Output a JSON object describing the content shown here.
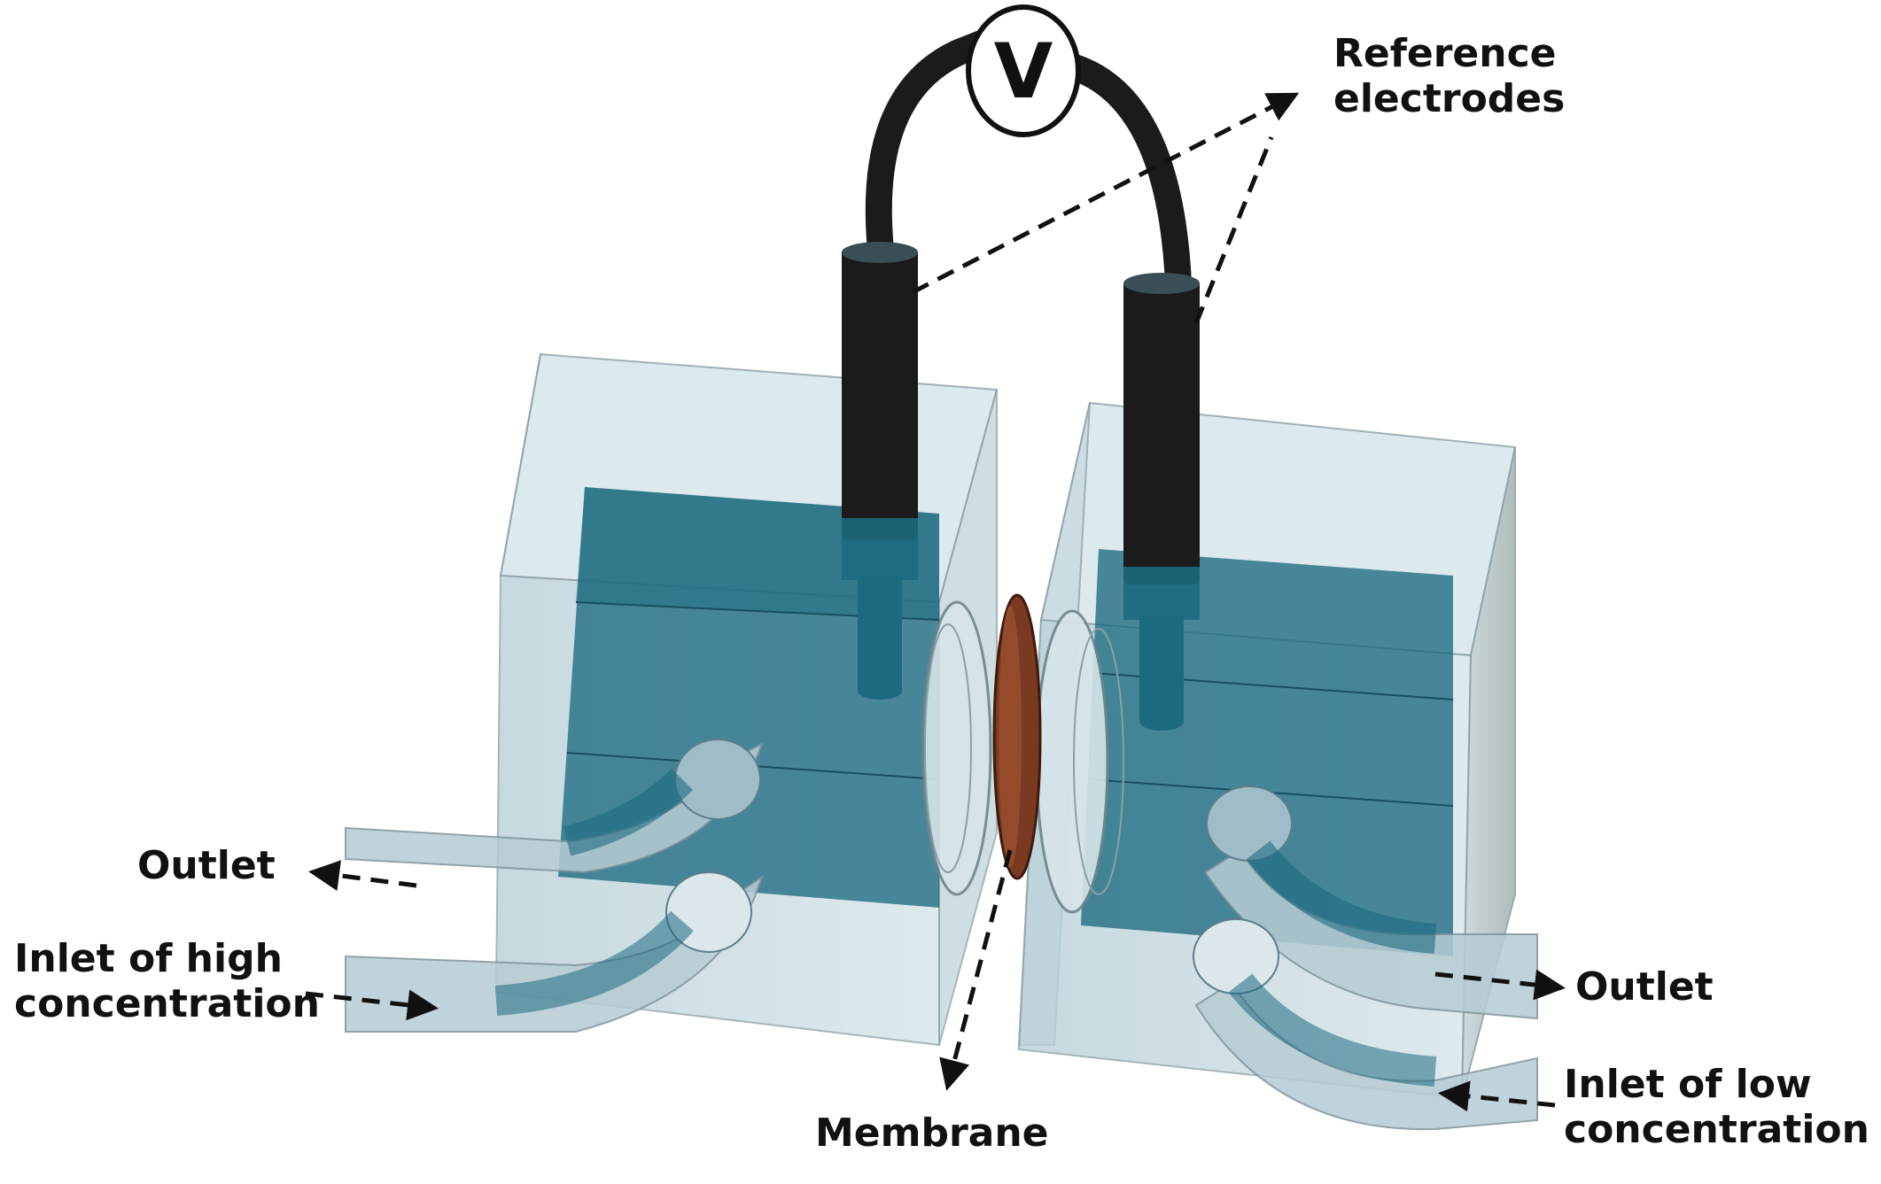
{
  "meter": {
    "symbol": "V"
  },
  "labels": {
    "reference_electrodes": [
      "Reference",
      "electrodes"
    ],
    "outlet_left": "Outlet",
    "inlet_high": [
      "Inlet of high",
      "concentration"
    ],
    "outlet_right": "Outlet",
    "inlet_low": [
      "Inlet of low",
      "concentration"
    ],
    "membrane": "Membrane"
  },
  "colors": {
    "cell_glass": "#c6d9e0",
    "cell_edge": "#7e939b",
    "solution": "#1c6a80",
    "electrode": "#1b1b1b",
    "membrane": "#7a3a22",
    "arrow": "#111111"
  }
}
